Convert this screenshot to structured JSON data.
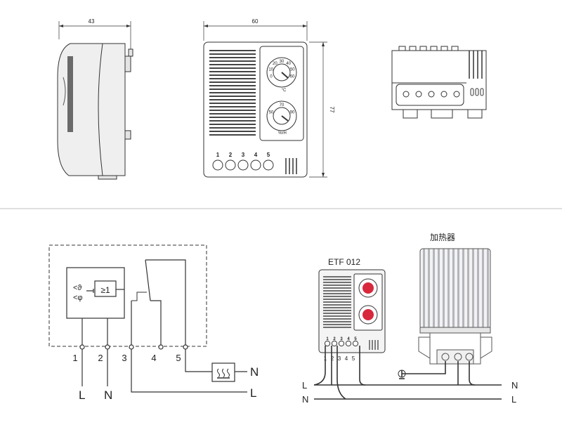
{
  "dimensions": {
    "width": "43",
    "front_width": "60",
    "height": "77"
  },
  "front_panel": {
    "terminals": [
      "1",
      "2",
      "3",
      "4",
      "5"
    ],
    "upper_dial": {
      "ticks": [
        "0",
        "10",
        "20",
        "30",
        "40",
        "50",
        "60"
      ],
      "unit": "°C"
    },
    "lower_dial": {
      "ticks": [
        "50",
        "70",
        "90"
      ],
      "unit": "%rH"
    }
  },
  "schematic": {
    "terminals": [
      "1",
      "2",
      "3",
      "4",
      "5"
    ],
    "gate_label": "≥1",
    "sensor_temp": "<ϑ",
    "sensor_humidity": "<φ",
    "bottom_left": [
      "L",
      "N"
    ],
    "bottom_right": [
      "N",
      "L"
    ]
  },
  "wiring": {
    "device_name": "ETF 012",
    "heater_label": "加热器",
    "terminals": [
      "1",
      "2",
      "3",
      "4",
      "5"
    ],
    "left_lines": [
      "L",
      "N"
    ],
    "right_lines": [
      "N",
      "L"
    ]
  },
  "colors": {
    "line": "#333333",
    "dial_red": "#d8283c",
    "housing_grey": "#e8e8ea",
    "divider": "#bfbfbf"
  }
}
